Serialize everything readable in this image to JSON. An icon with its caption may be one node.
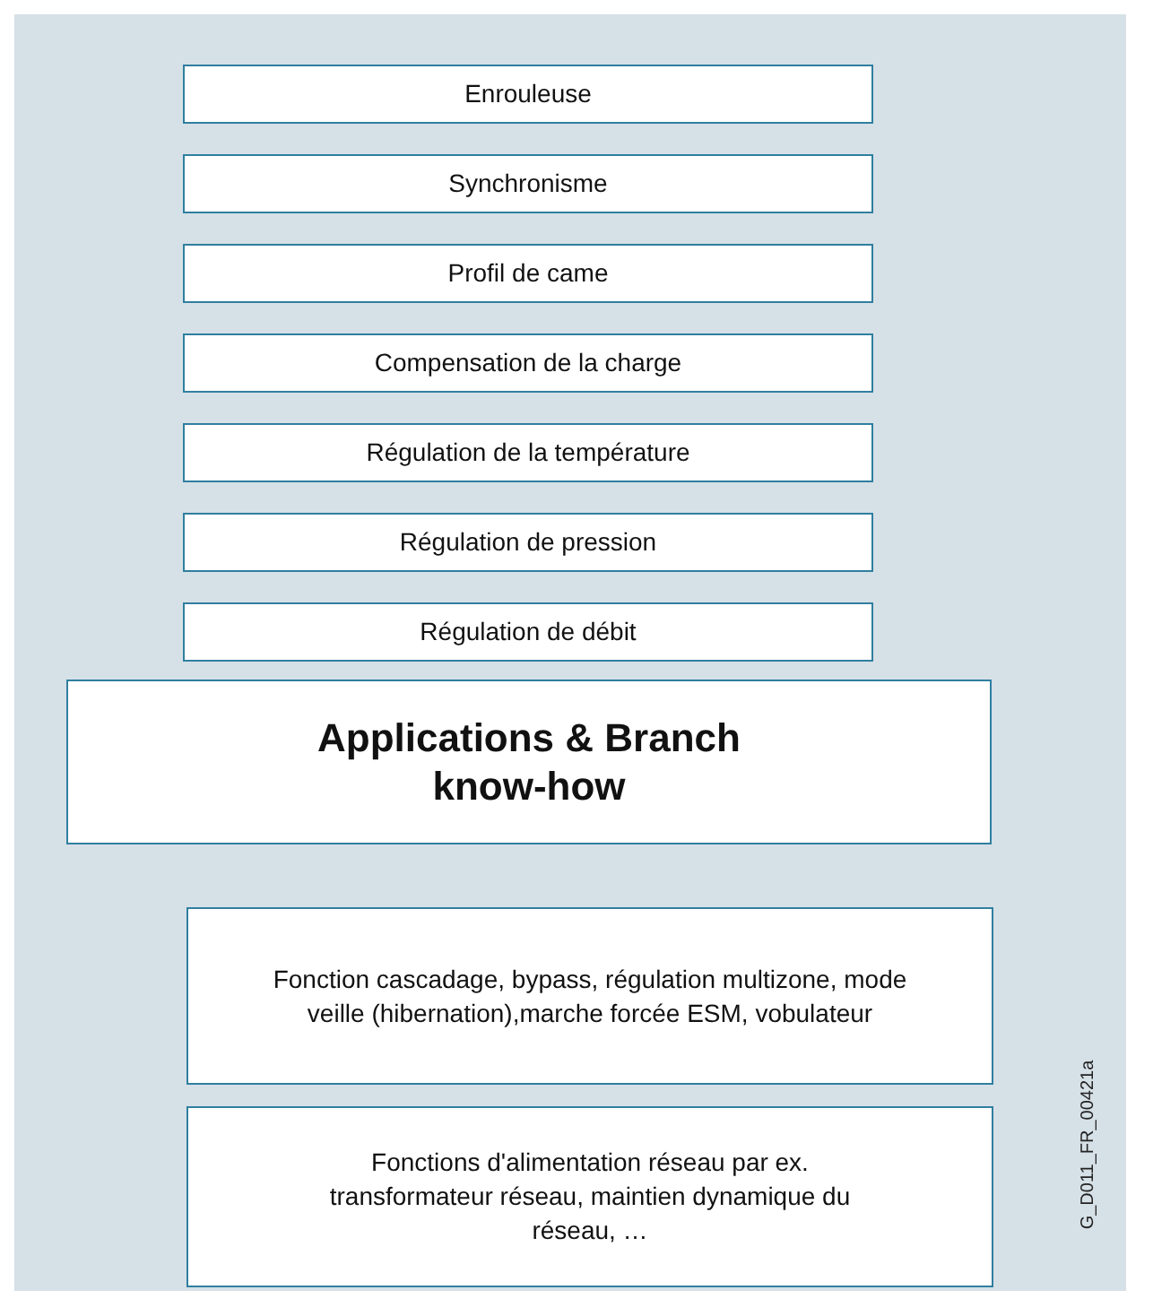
{
  "diagram": {
    "nodes": [
      {
        "text": [
          "Enrouleuse"
        ]
      },
      {
        "text": [
          "Synchronisme"
        ]
      },
      {
        "text": [
          "Profil de came"
        ]
      },
      {
        "text": [
          "Compensation de la charge"
        ]
      },
      {
        "text": [
          "Régulation de la température"
        ]
      },
      {
        "text": [
          "Régulation de pression"
        ]
      },
      {
        "text": [
          "Régulation de débit"
        ]
      },
      {
        "text": [
          "Applications & Branch know-how"
        ]
      },
      {
        "text": [
          "Fonction cascadage, bypass, régulation multizone, mode veille (hibernation),marche forcée ESM, vobulateur"
        ]
      },
      {
        "text": [
          "Fonctions d'alimentation réseau par ex. transformateur réseau, maintien dynamique du réseau, …"
        ]
      }
    ],
    "edges": [],
    "labels": [
      "G_D011_FR_00421a"
    ]
  }
}
